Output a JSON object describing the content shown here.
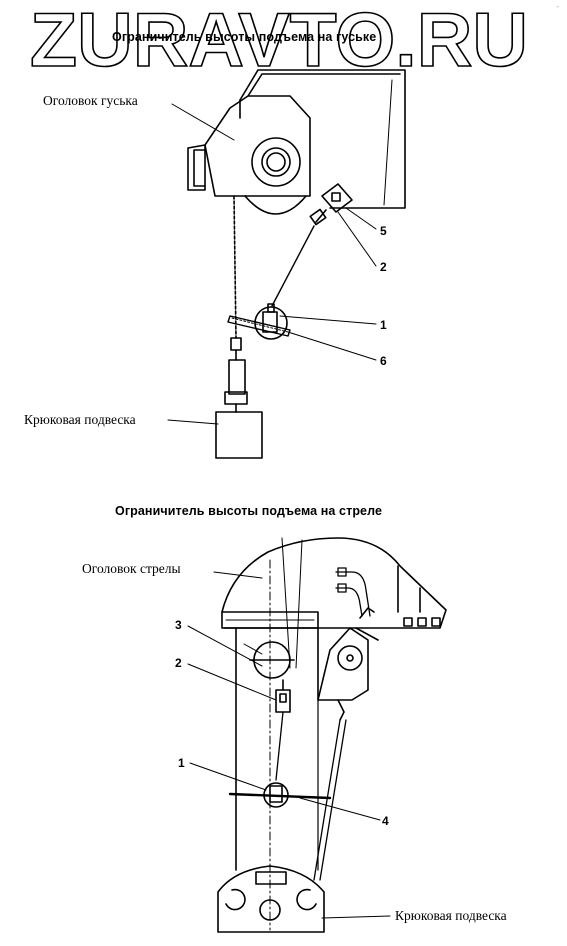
{
  "watermark": "ZURAVTO.RU",
  "corner_mark": "-",
  "diagram1": {
    "title": "Ограничитель высоты подъема на гуське",
    "label_head": "Оголовок гуська",
    "label_hook": "Крюковая подвеска",
    "callouts": [
      "5",
      "2",
      "1",
      "6"
    ]
  },
  "diagram2": {
    "title": "Ограничитель высоты подъема на стреле",
    "label_head": "Оголовок стрелы",
    "label_hook": "Крюковая подвеска",
    "callouts": [
      "3",
      "2",
      "1",
      "4"
    ]
  }
}
